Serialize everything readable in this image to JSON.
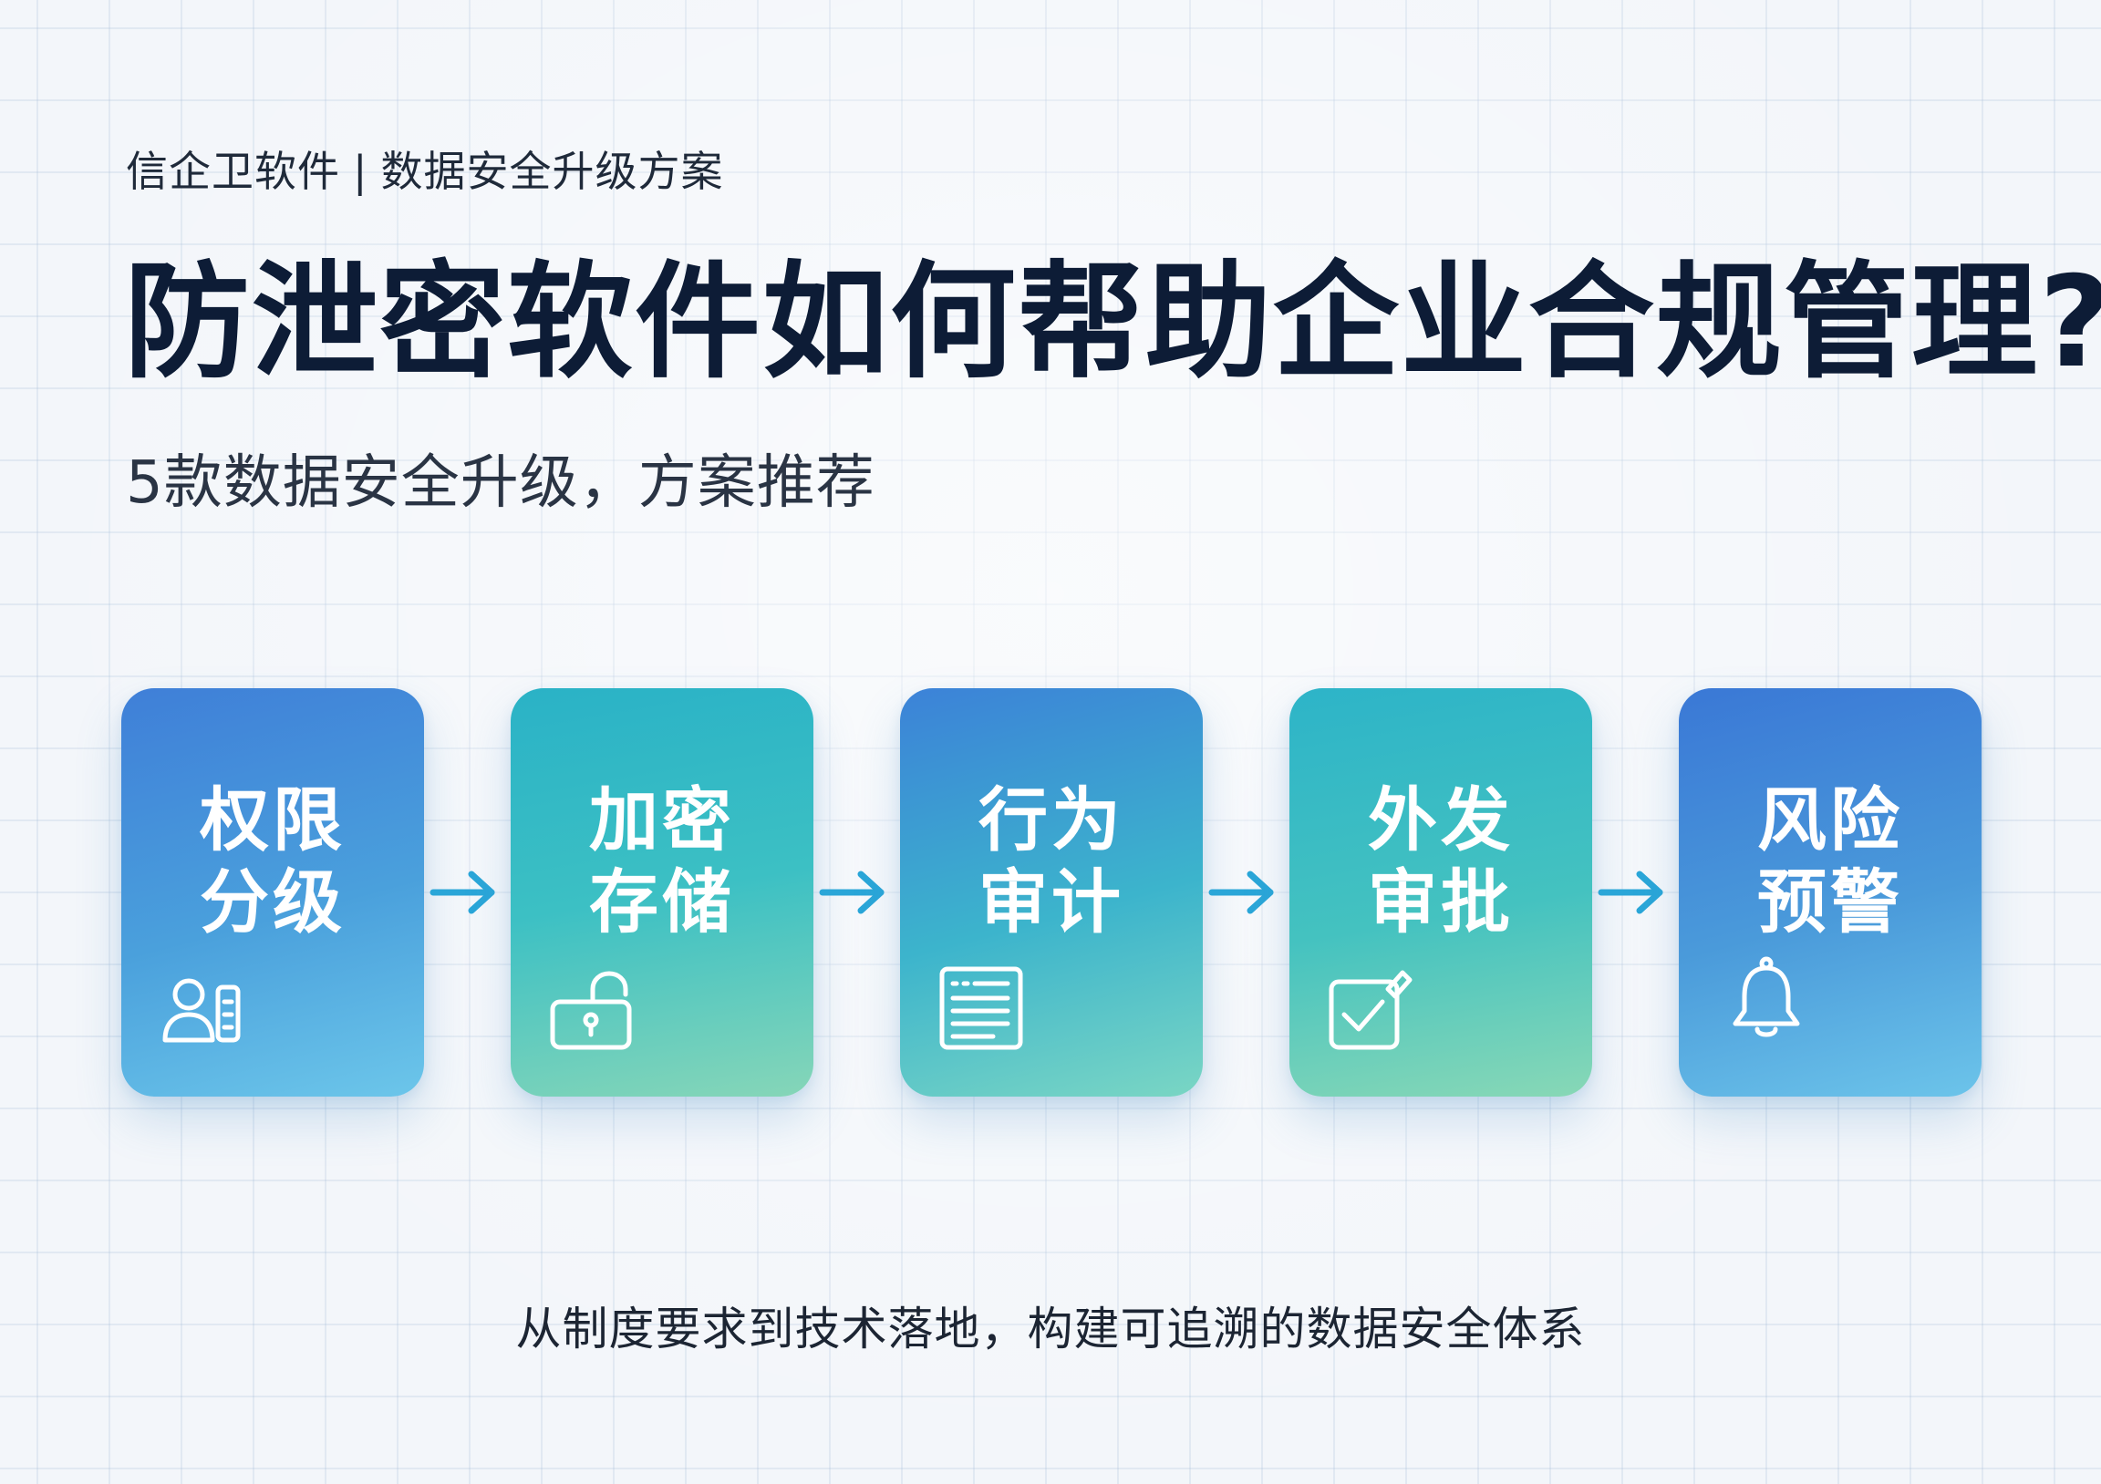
{
  "header": {
    "brand": "信企卫软件",
    "separator": "|",
    "topic": "数据安全升级方案"
  },
  "title": "防泄密软件如何帮助企业合规管理?",
  "subtitle": "5款数据安全升级，方案推荐",
  "steps": [
    {
      "line1": "权限",
      "line2": "分级",
      "icon": "user-permission-icon"
    },
    {
      "line1": "加密",
      "line2": "存储",
      "icon": "lock-icon"
    },
    {
      "line1": "行为",
      "line2": "审计",
      "icon": "log-document-icon"
    },
    {
      "line1": "外发",
      "line2": "审批",
      "icon": "checkbox-approve-icon"
    },
    {
      "line1": "风险",
      "line2": "预警",
      "icon": "bell-icon"
    }
  ],
  "footer": "从制度要求到技术落地，构建可追溯的数据安全体系",
  "colors": {
    "title": "#0d1c36",
    "arrow": "#2aa6d8",
    "card_blue": "#3f7fd8",
    "card_teal": "#2ab2c6",
    "card_mint": "#86d6b8"
  }
}
